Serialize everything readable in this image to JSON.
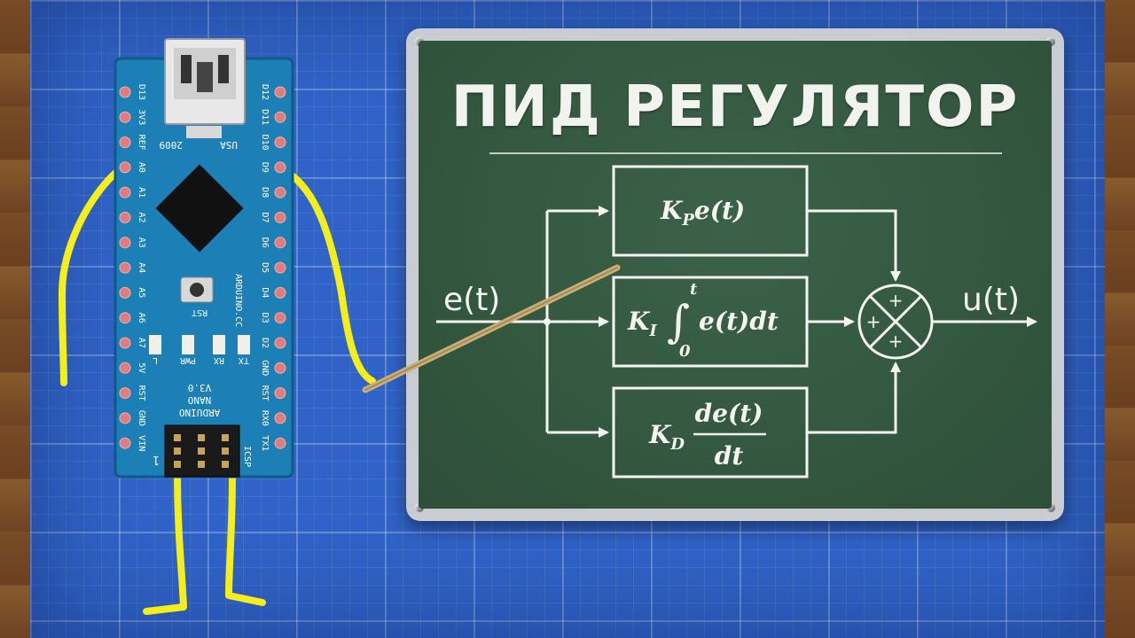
{
  "title": "ПИД РЕГУЛЯТОР",
  "diagram": {
    "input_label": "e(t)",
    "output_label": "u(t)",
    "blocks": {
      "p": {
        "k": "K",
        "sub": "P",
        "expr": "e(t)"
      },
      "i": {
        "k": "K",
        "sub": "I",
        "integral": "∫",
        "upper": "t",
        "lower": "0",
        "expr": "e(t)dt"
      },
      "d": {
        "k": "K",
        "sub": "D",
        "numerator": "de(t)",
        "denominator": "dt"
      }
    },
    "summer_signs": [
      "+",
      "+",
      "+"
    ]
  },
  "board_labels": {
    "pins_left": [
      "D13",
      "3V3",
      "REF",
      "A0",
      "A1",
      "A2",
      "A3",
      "A4",
      "A5",
      "A6",
      "A7",
      "5V",
      "RST",
      "GND",
      "VIN"
    ],
    "pins_right": [
      "D12",
      "D11",
      "D10",
      "D9",
      "D8",
      "D7",
      "D6",
      "D5",
      "D4",
      "D3",
      "D2",
      "GND",
      "RST",
      "RX0",
      "TX1"
    ],
    "year": "2009",
    "country": "USA",
    "brand": "ARDUINO.CC",
    "reset": "RST",
    "leds": [
      "L",
      "PWR",
      "RX",
      "TX"
    ],
    "model": [
      "ARDUINO",
      "NANO",
      "V3.0"
    ],
    "icsp": "ICSP",
    "pin1": "1"
  },
  "colors": {
    "pcb": "#1c7fb6",
    "chalkboard": "#33563f",
    "limbs": "#f5ee1a",
    "blueprint": "#2f63c7"
  }
}
